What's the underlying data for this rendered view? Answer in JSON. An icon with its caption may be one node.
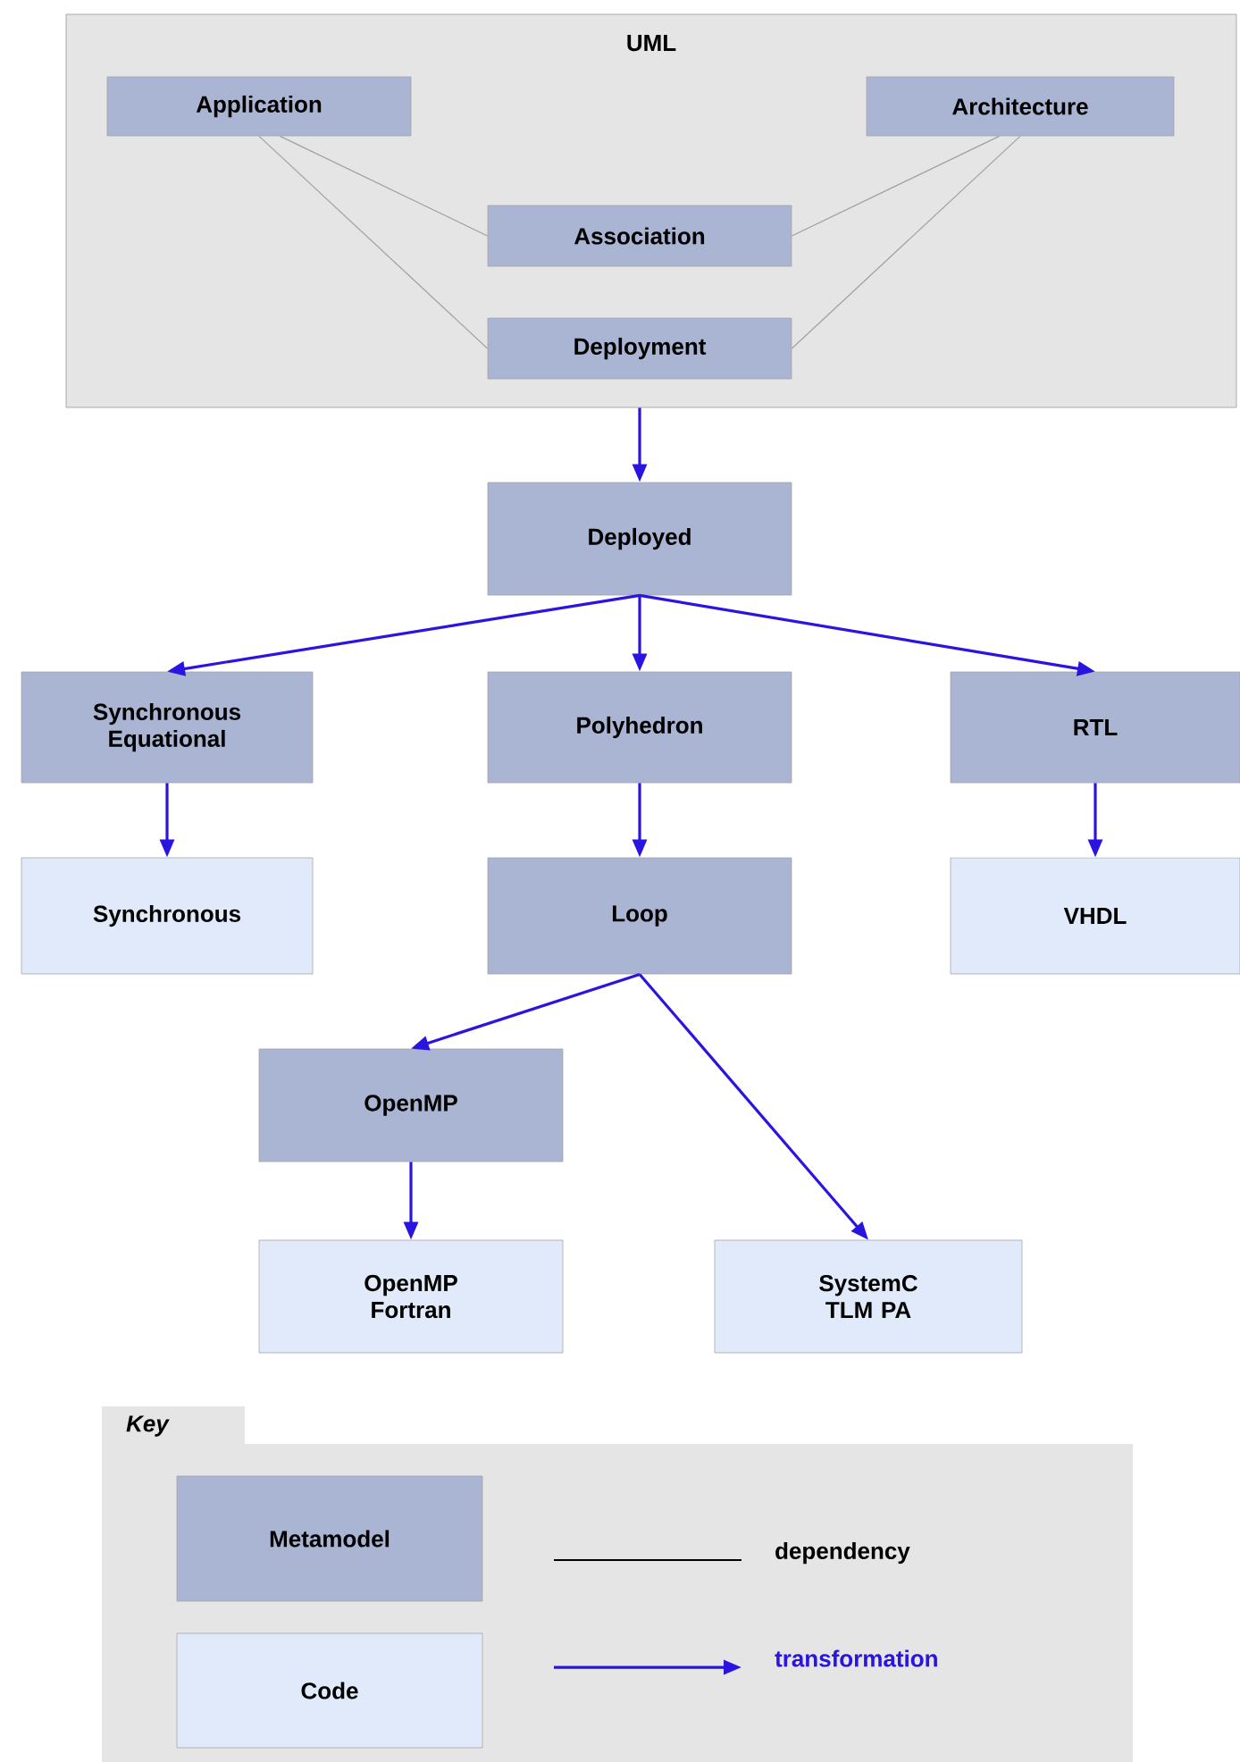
{
  "diagram": {
    "nodes": [
      {
        "text": [
          "UML"
        ]
      },
      {
        "text": [
          "Application"
        ],
        "in": 0
      },
      {
        "text": [
          "Architecture"
        ],
        "in": 0
      },
      {
        "text": [
          "Association"
        ],
        "in": 0
      },
      {
        "text": [
          "Deployment"
        ],
        "in": 0
      },
      {
        "text": [
          "Deployed"
        ]
      },
      {
        "text": [
          "Synchronous Equational"
        ]
      },
      {
        "text": [
          "Polyhedron"
        ]
      },
      {
        "text": [
          "RTL"
        ]
      },
      {
        "text": [
          "Synchronous"
        ]
      },
      {
        "text": [
          "Loop"
        ]
      },
      {
        "text": [
          "VHDL"
        ]
      },
      {
        "text": [
          "OpenMP"
        ]
      },
      {
        "text": [
          "OpenMP Fortran"
        ]
      },
      {
        "text": [
          "SystemC TLM PA"
        ]
      },
      {
        "text": [
          "Key"
        ]
      },
      {
        "text": [
          "Metamodel"
        ],
        "in": 15
      },
      {
        "text": [
          "Code"
        ],
        "in": 15
      }
    ],
    "edges": [
      {
        "from": 1,
        "to": 3,
        "arrow": "none",
        "color": "#a0a0a0"
      },
      {
        "from": 1,
        "to": 4,
        "arrow": "none",
        "color": "#a0a0a0"
      },
      {
        "from": 2,
        "to": 3,
        "arrow": "none",
        "color": "#a0a0a0"
      },
      {
        "from": 2,
        "to": 4,
        "arrow": "none",
        "color": "#a0a0a0"
      },
      {
        "from": 0,
        "to": 5,
        "arrow": "to"
      },
      {
        "from": 5,
        "to": 6,
        "arrow": "to"
      },
      {
        "from": 5,
        "to": 7,
        "arrow": "to"
      },
      {
        "from": 5,
        "to": 8,
        "arrow": "to"
      },
      {
        "from": 6,
        "to": 9,
        "arrow": "to"
      },
      {
        "from": 7,
        "to": 10,
        "arrow": "to"
      },
      {
        "from": 8,
        "to": 11,
        "arrow": "to"
      },
      {
        "from": 10,
        "to": 12,
        "arrow": "to"
      },
      {
        "from": 10,
        "to": 14,
        "arrow": "to"
      },
      {
        "from": 12,
        "to": 13,
        "arrow": "to"
      }
    ],
    "legend": [
      {
        "text": "dependency"
      },
      {
        "text": "transformation"
      }
    ]
  }
}
